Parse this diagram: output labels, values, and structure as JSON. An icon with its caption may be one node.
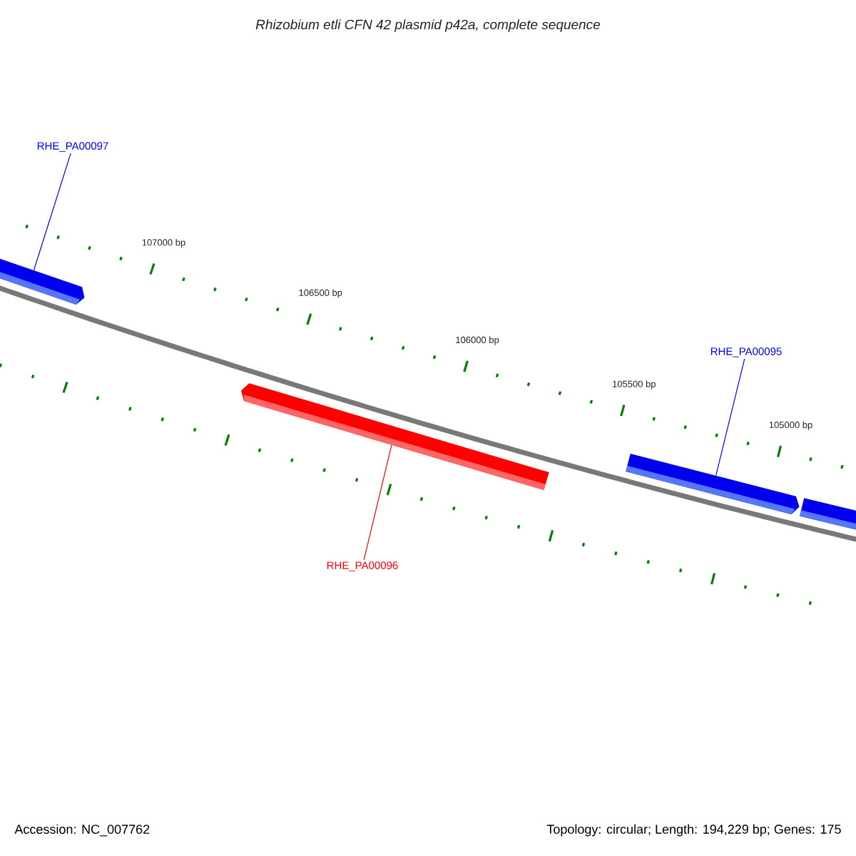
{
  "diagram": {
    "title": "Rhizobium etli CFN 42 plasmid p42a, complete sequence",
    "nodes": [
      {
        "text": [
          "RHE_PA00097"
        ]
      },
      {
        "text": [],
        "shape": "bar"
      },
      {
        "text": [
          "RHE_PA00095"
        ]
      },
      {
        "text": [],
        "shape": "bar"
      },
      {
        "text": [],
        "shape": "bar"
      },
      {
        "text": [],
        "shape": "bar"
      },
      {
        "text": [
          "RHE_PA00096"
        ]
      }
    ],
    "edges": [
      {
        "from": 0,
        "to": 1,
        "arrow": "none"
      },
      {
        "from": 2,
        "to": 4,
        "arrow": "none"
      },
      {
        "from": 6,
        "to": 3,
        "arrow": "none",
        "color": "#ff0000"
      }
    ],
    "labels": [
      "107000 bp",
      "106500 bp",
      "106000 bp",
      "105500 bp",
      "105000 bp",
      "Accession: NC_007762",
      "Topology: circular; Length: 194,229 bp; Genes: 175"
    ]
  }
}
